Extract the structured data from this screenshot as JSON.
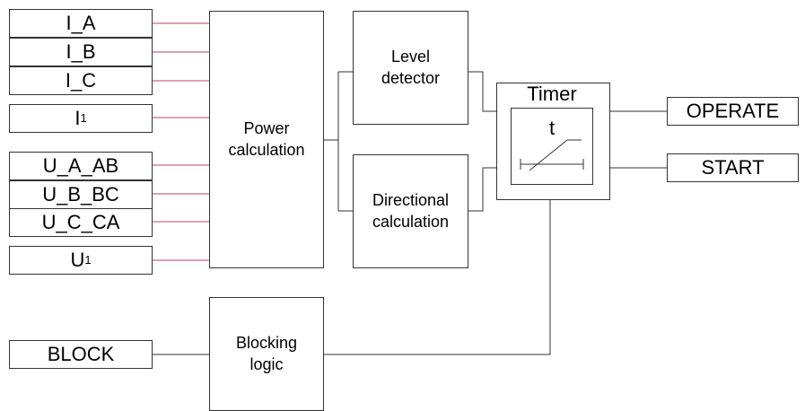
{
  "inputs": {
    "i_a": "I_A",
    "i_b": "I_B",
    "i_c": "I_C",
    "i1_base": "I",
    "i1_sub": "1",
    "u_a_ab": "U_A_AB",
    "u_b_bc": "U_B_BC",
    "u_c_ca": "U_C_CA",
    "u1_base": "U",
    "u1_sub": "1",
    "block": "BLOCK"
  },
  "blocks": {
    "power_calc": "Power calculation",
    "level_detector": "Level detector",
    "directional_calc": "Directional calculation",
    "blocking_logic": "Blocking logic",
    "timer": "Timer",
    "timer_t": "t"
  },
  "outputs": {
    "operate": "OPERATE",
    "start": "START"
  },
  "colors": {
    "input_wire": "#c44060",
    "wire": "#333333"
  }
}
